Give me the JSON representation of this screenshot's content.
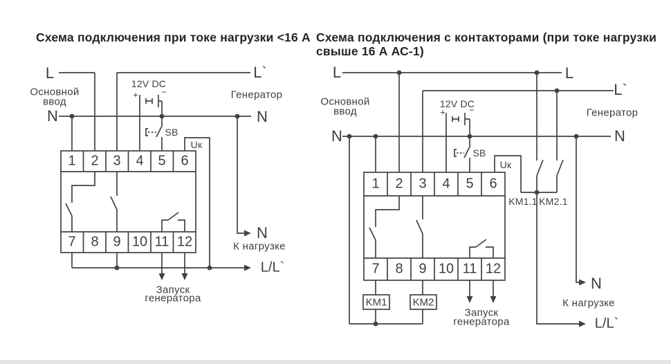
{
  "colors": {
    "line": "#424242",
    "text": "#3e3e3e",
    "title": "#242424",
    "background": "#ffffff"
  },
  "left": {
    "title": "Схема подключения при токе нагрузки <16 А",
    "terminals_top": [
      "1",
      "2",
      "3",
      "4",
      "5",
      "6"
    ],
    "terminals_bottom": [
      "7",
      "8",
      "9",
      "10",
      "11",
      "12"
    ],
    "labels": {
      "l": "L",
      "l_gen": "L`",
      "n_left": "N",
      "n_right": "N",
      "n_load": "N",
      "main_input_1": "Основной",
      "main_input_2": "ввод",
      "generator": "Генератор",
      "battery": "12V DC",
      "plus": "+",
      "minus": "−",
      "sb": "SB",
      "uk": "Uк",
      "to_load": "К нагрузке",
      "out": "L/L`",
      "gen_start_1": "Запуск",
      "gen_start_2": "генератора"
    }
  },
  "right": {
    "title_1": "Схема подключения с контакторами (при токе нагрузки",
    "title_2": "свыше 16 А АС-1)",
    "terminals_top": [
      "1",
      "2",
      "3",
      "4",
      "5",
      "6"
    ],
    "terminals_bottom": [
      "7",
      "8",
      "9",
      "10",
      "11",
      "12"
    ],
    "labels": {
      "l_left": "L",
      "l_right": "L",
      "l_gen": "L`",
      "n_left": "N",
      "n_right": "N",
      "n_load": "N",
      "main_input_1": "Основной",
      "main_input_2": "ввод",
      "generator": "Генератор",
      "battery": "12V DC",
      "plus": "+",
      "minus": "−",
      "sb": "SB",
      "uk": "Uк",
      "km11": "KM1.1",
      "km21": "KM2.1",
      "km1": "KM1",
      "km2": "KM2",
      "to_load": "К нагрузке",
      "out": "L/L`",
      "gen_start_1": "Запуск",
      "gen_start_2": "генератора"
    }
  }
}
